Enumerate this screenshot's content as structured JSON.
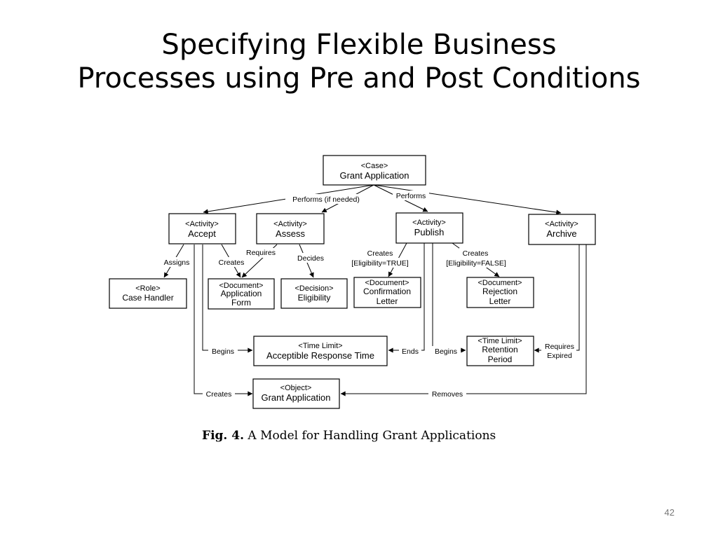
{
  "slide": {
    "title_line1": "Specifying Flexible Business",
    "title_line2": "Processes using Pre and Post Conditions",
    "page_number": "42"
  },
  "caption": {
    "label": "Fig. 4.",
    "text": "A Model for Handling Grant Applications"
  },
  "nodes": {
    "case_grant_application": {
      "stereotype": "<Case>",
      "lines": [
        "Grant Application"
      ]
    },
    "accept": {
      "stereotype": "<Activity>",
      "lines": [
        "Accept"
      ]
    },
    "assess": {
      "stereotype": "<Activity>",
      "lines": [
        "Assess"
      ]
    },
    "publish": {
      "stereotype": "<Activity>",
      "lines": [
        "Publish"
      ]
    },
    "archive": {
      "stereotype": "<Activity>",
      "lines": [
        "Archive"
      ]
    },
    "case_handler": {
      "stereotype": "<Role>",
      "lines": [
        "Case Handler"
      ]
    },
    "application_form": {
      "stereotype": "<Document>",
      "lines": [
        "Application",
        "Form"
      ]
    },
    "eligibility": {
      "stereotype": "<Decision>",
      "lines": [
        "Eligibility"
      ]
    },
    "confirmation_letter": {
      "stereotype": "<Document>",
      "lines": [
        "Confirmation",
        "Letter"
      ]
    },
    "rejection_letter": {
      "stereotype": "<Document>",
      "lines": [
        "Rejection",
        "Letter"
      ]
    },
    "acceptible_response_time": {
      "stereotype": "<Time Limit>",
      "lines": [
        "Acceptible Response Time"
      ]
    },
    "retention_period": {
      "stereotype": "<Time Limit>",
      "lines": [
        "Retention",
        "Period"
      ]
    },
    "object_grant_application": {
      "stereotype": "<Object>",
      "lines": [
        "Grant Application"
      ]
    }
  },
  "edges": {
    "performs_if_needed": "Performs (if needed)",
    "performs": "Performs",
    "assigns": "Assigns",
    "accept_creates": "Creates",
    "requires": "Requires",
    "decides": "Decides",
    "creates_true_1": "Creates",
    "creates_true_2": "[Eligibility=TRUE]",
    "creates_false_1": "Creates",
    "creates_false_2": "[Eligibility=FALSE]",
    "begins_1": "Begins",
    "ends": "Ends",
    "begins_2": "Begins",
    "requires_expired_1": "Requires",
    "requires_expired_2": "Expired",
    "creates_object": "Creates",
    "removes": "Removes"
  }
}
